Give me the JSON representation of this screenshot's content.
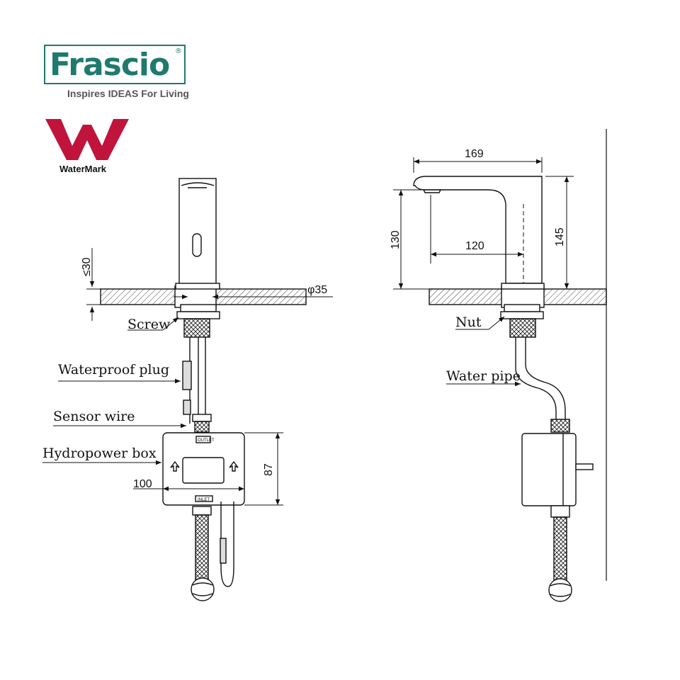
{
  "brand": {
    "name": "Frascio",
    "registered": "®",
    "tagline": "Inspires IDEAS For Living",
    "color": "#1f7a6e"
  },
  "certification": {
    "label": "WaterMark",
    "color": "#c0143c"
  },
  "front_view": {
    "labels": {
      "screw": "Screw",
      "waterproof_plug": "Waterproof plug",
      "sensor_wire": "Sensor wire",
      "hydropower_box": "Hydropower box"
    },
    "box_marks": {
      "outlet": "OUTLET",
      "inlet": "INLET"
    },
    "dimensions": {
      "deck_thickness": "≤30",
      "hole_diameter": "φ35",
      "box_width": "100",
      "box_height": "87"
    }
  },
  "side_view": {
    "labels": {
      "nut": "Nut",
      "water_pipe": "Water pipe"
    },
    "dimensions": {
      "reach": "169",
      "spout_height": "130",
      "spout_depth": "120",
      "total_height": "145"
    }
  },
  "icons": [
    "watermark-logo-icon",
    "angle-valve-icon",
    "upload-arrow-icon"
  ]
}
